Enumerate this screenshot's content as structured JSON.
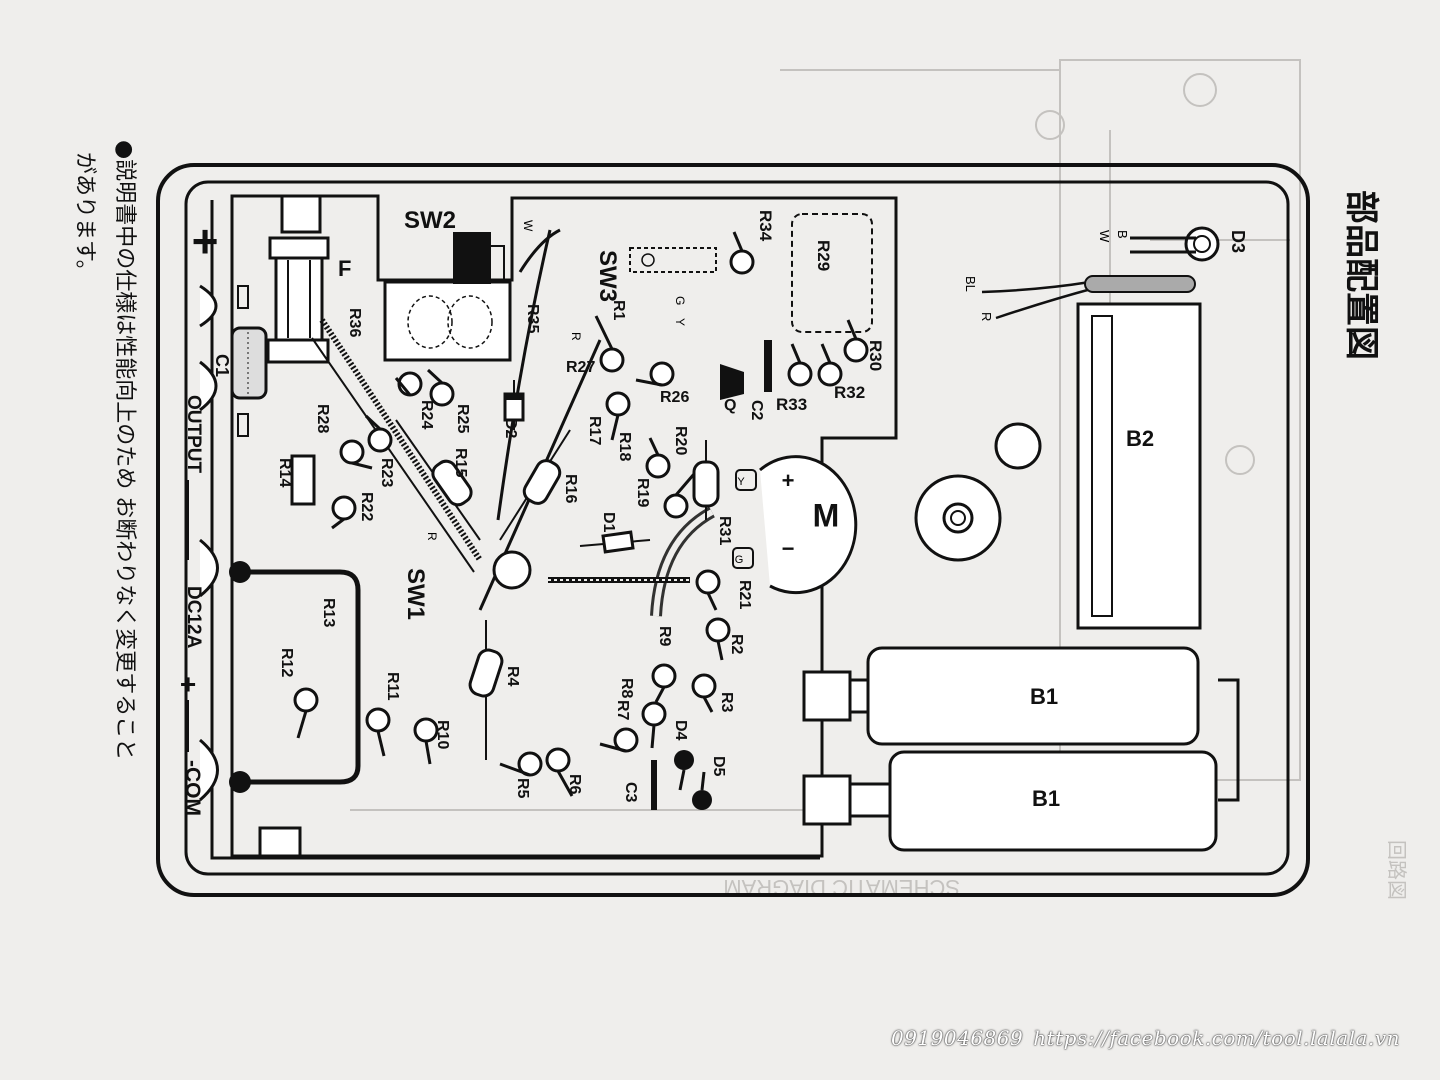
{
  "title": "部品配置図",
  "note": {
    "line1": "●説明書中の仕様は性能向上のため お断わりなく変更すること",
    "line2": "があります。"
  },
  "terminals": {
    "plus": "+",
    "output": "OUTPUT",
    "dc": "DC12A",
    "dc_sign": "+",
    "com": "-COM"
  },
  "components": {
    "c1": "C1",
    "f": "F",
    "sw2": "SW2",
    "sw3": "SW3",
    "r36": "R36",
    "r35": "R35",
    "r1": "R1",
    "r27": "R27",
    "r26": "R26",
    "r17": "R17",
    "r18": "R18",
    "r20": "R20",
    "r19": "R19",
    "d1": "D1",
    "r31": "R31",
    "r16": "R16",
    "r25": "R25",
    "r24": "R24",
    "r15": "R15",
    "d2": "D2",
    "r28": "R28",
    "r23": "R23",
    "r22": "R22",
    "r14": "R14",
    "sw1": "SW1",
    "r13": "R13",
    "r12": "R12",
    "r11": "R11",
    "r10": "R10",
    "r4": "R4",
    "r5": "R5",
    "r6": "R6",
    "r7": "R7",
    "r8": "R8",
    "r9": "R9",
    "r2": "R2",
    "r3": "R3",
    "r21": "R21",
    "d4": "D4",
    "d5": "D5",
    "c3": "C3",
    "m": "M",
    "m_plus": "+",
    "m_minus": "−",
    "r34": "R34",
    "r29": "R29",
    "r30": "R30",
    "r32": "R32",
    "r33": "R33",
    "c2": "C2",
    "q": "Q",
    "d3": "D3",
    "b2": "B2",
    "b1a": "B1",
    "b1b": "B1",
    "wire_b": "B",
    "wire_w": "W",
    "wire_bl": "BL",
    "wire_r": "R",
    "wire_g": "G",
    "wire_y": "Y",
    "pad_y": "Y",
    "pad_g": "G",
    "r_mark_a": "R",
    "r_mark_b": "R",
    "w_mark": "W"
  },
  "watermark": {
    "phone": "0919046869",
    "url": "https://facebook.com/tool.lalala.vn"
  }
}
